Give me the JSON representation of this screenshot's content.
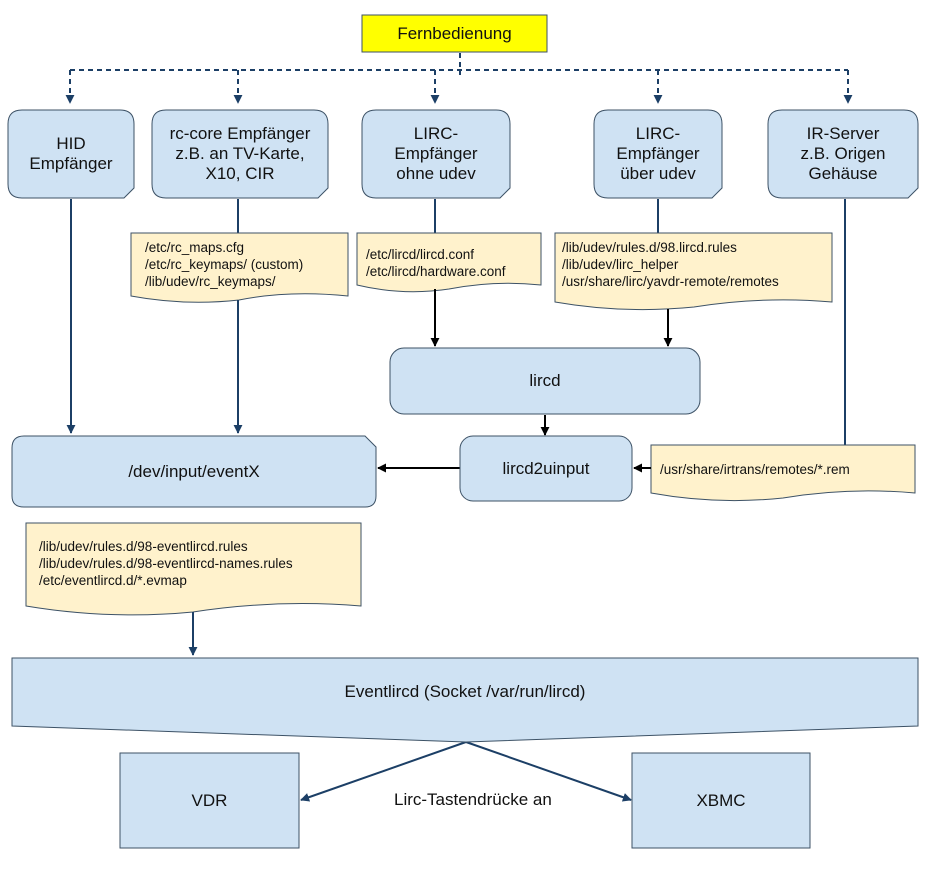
{
  "source": {
    "label": "Fernbedienung"
  },
  "receivers": [
    {
      "id": "hid",
      "lines": [
        "HID",
        "Empfänger"
      ]
    },
    {
      "id": "rccore",
      "lines": [
        "rc-core Empfänger",
        "z.B. an TV-Karte,",
        "X10, CIR"
      ]
    },
    {
      "id": "lirc_noudev",
      "lines": [
        "LIRC-",
        "Empfänger",
        "ohne udev"
      ]
    },
    {
      "id": "lirc_udev",
      "lines": [
        "LIRC-",
        "Empfänger",
        "über udev"
      ]
    },
    {
      "id": "irserver",
      "lines": [
        "IR-Server",
        "z.B. Origen",
        "Gehäuse"
      ]
    }
  ],
  "config_notes": {
    "rccore": [
      "/etc/rc_maps.cfg",
      "/etc/rc_keymaps/ (custom)",
      "/lib/udev/rc_keymaps/"
    ],
    "lirc_noudev": [
      "/etc/lircd/lircd.conf",
      "/etc/lircd/hardware.conf"
    ],
    "lirc_udev": [
      "/lib/udev/rules.d/98.lircd.rules",
      "/lib/udev/lirc_helper",
      "/usr/share/lirc/yavdr-remote/remotes"
    ],
    "irtrans": [
      "/usr/share/irtrans/remotes/*.rem"
    ],
    "eventlircd": [
      "/lib/udev/rules.d/98-eventlircd.rules",
      "/lib/udev/rules.d/98-eventlircd-names.rules",
      "/etc/eventlircd.d/*.evmap"
    ]
  },
  "nodes": {
    "lircd": "lircd",
    "lircd2uinput": "lircd2uinput",
    "dev_input": "/dev/input/eventX",
    "eventlircd": "Eventlircd (Socket /var/run/lircd)",
    "vdr": "VDR",
    "xbmc": "XBMC"
  },
  "edge_label": "Lirc-Tastendrücke an",
  "colors": {
    "box_fill": "#cfe2f3",
    "box_stroke": "#3d5266",
    "note_fill": "#fff2cc",
    "source_fill": "#ffff00",
    "connector": "#1c3f66",
    "dashed": "#1c3f66"
  }
}
